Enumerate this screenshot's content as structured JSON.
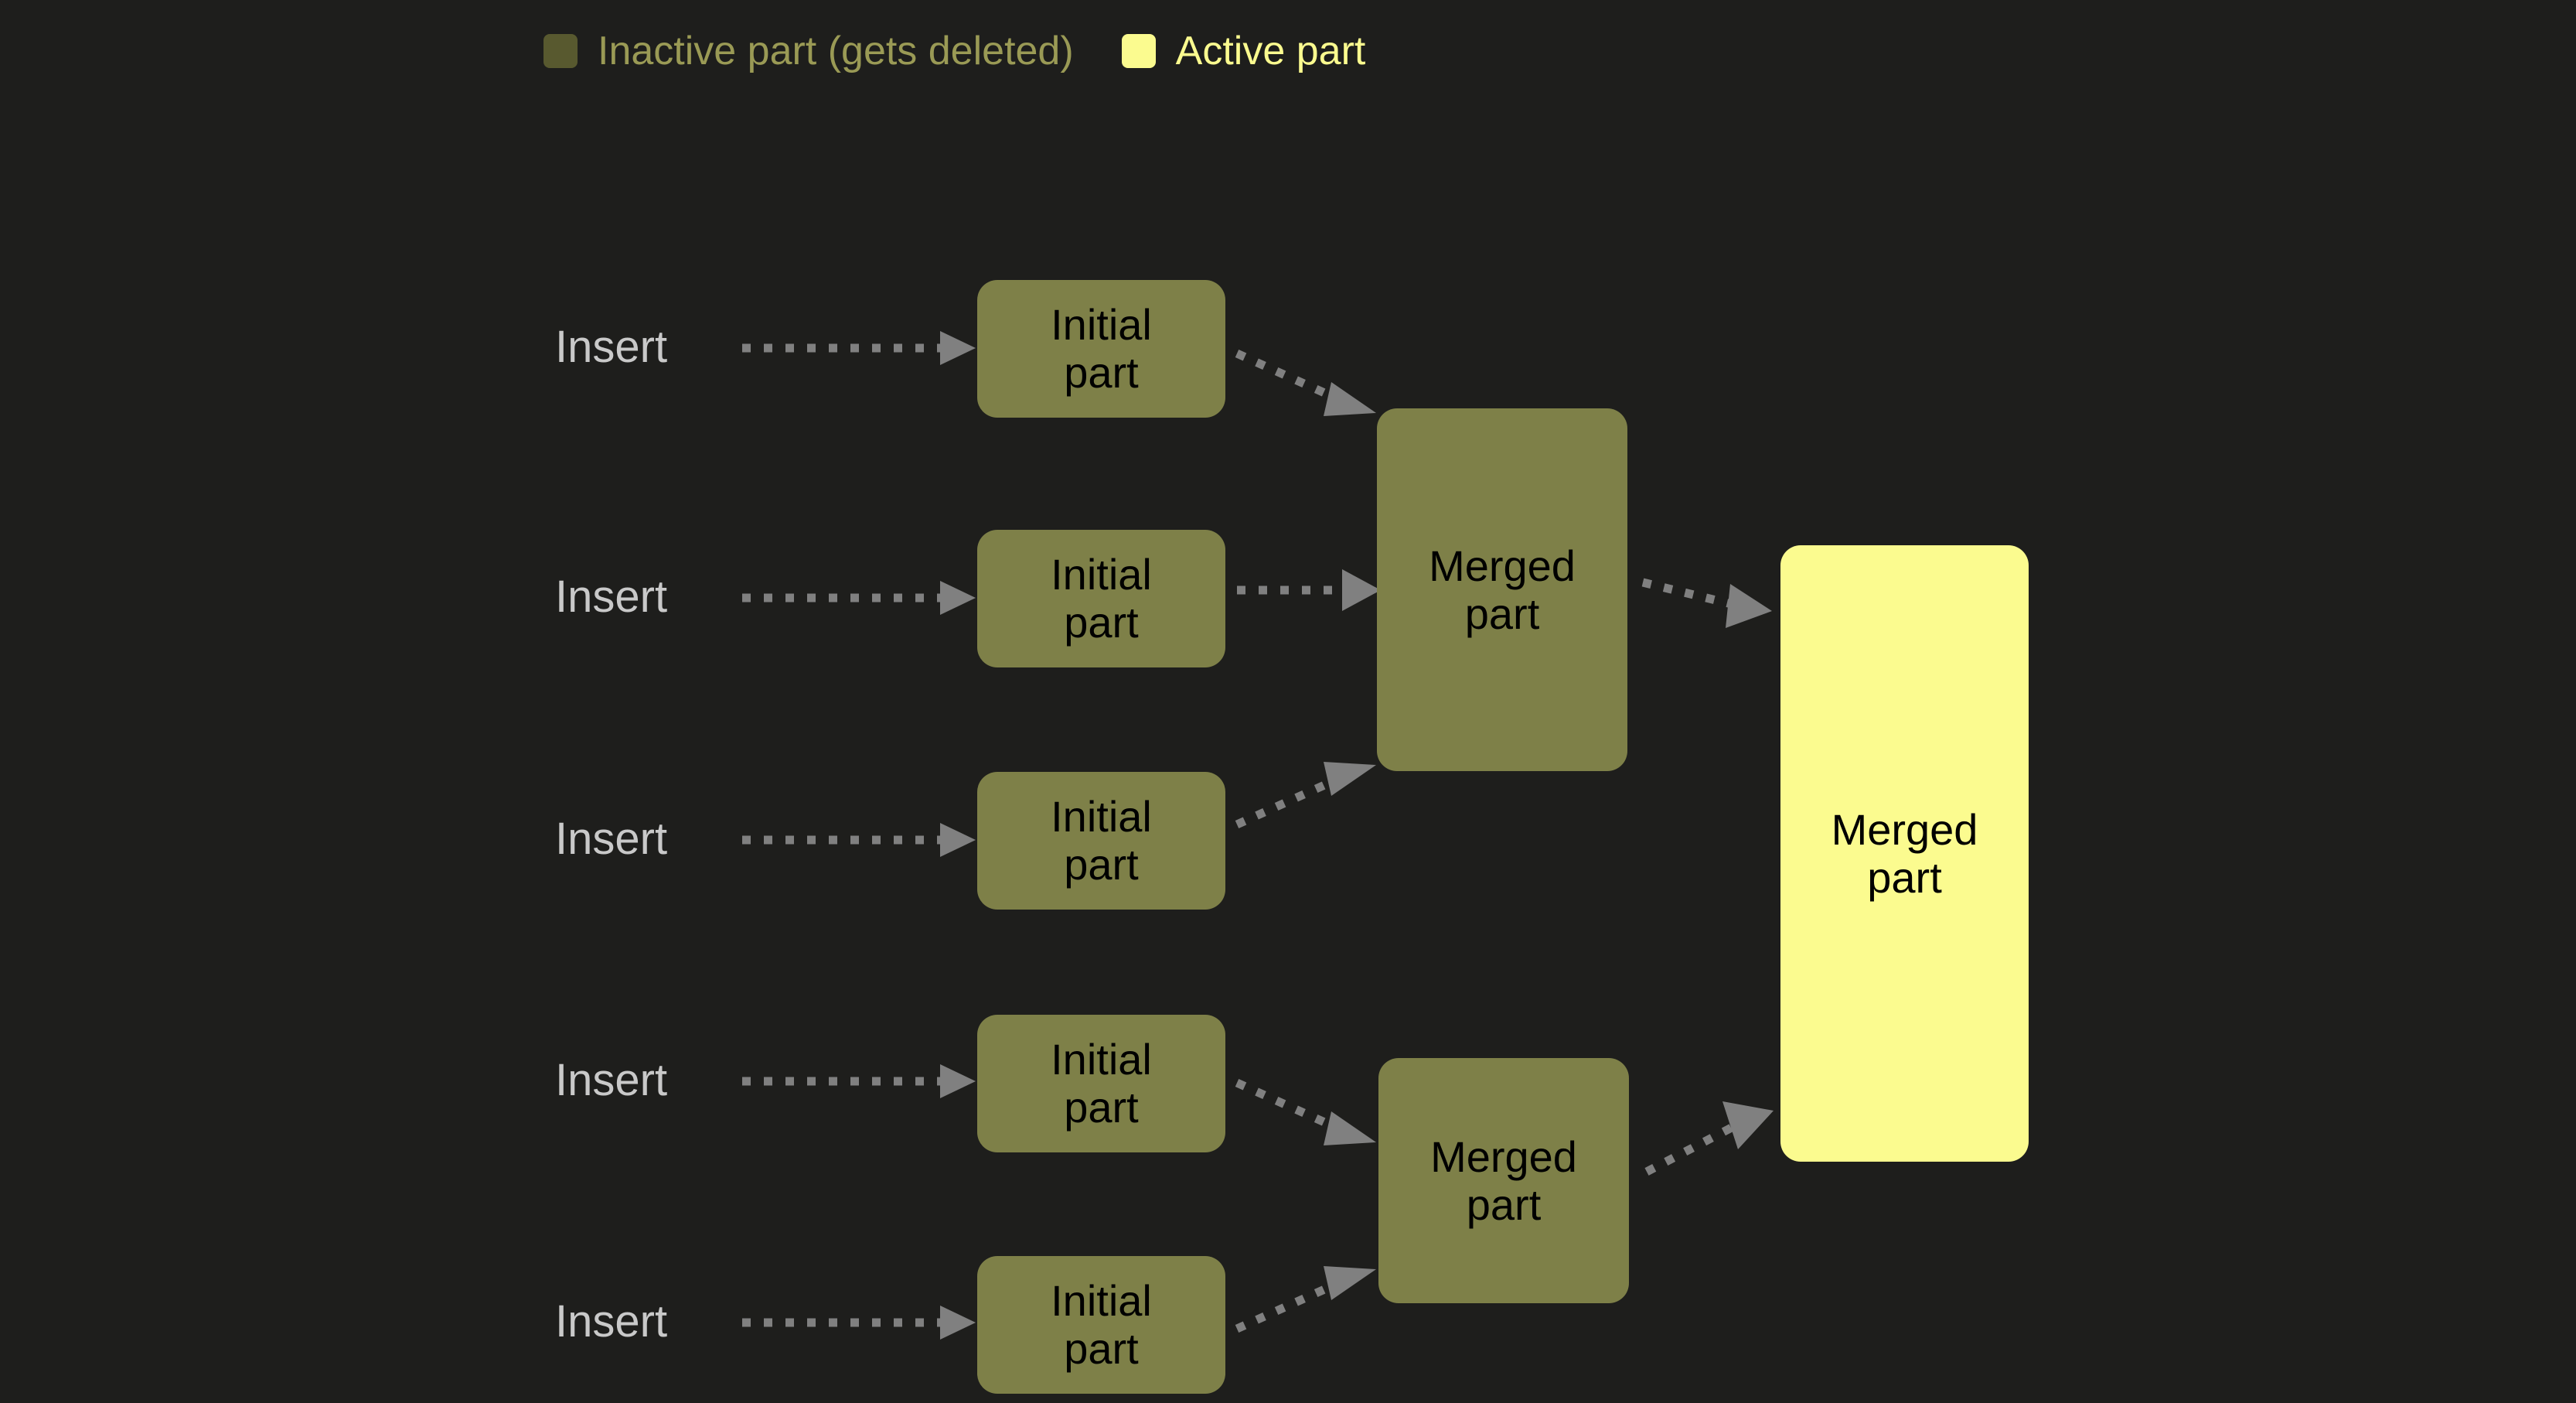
{
  "background_color": "#1e1e1c",
  "legend": {
    "items": [
      {
        "icon": "square-swatch-icon",
        "label": "Inactive part (gets deleted)",
        "color": "#58592f",
        "text_color": "#9a9a55"
      },
      {
        "icon": "square-swatch-icon",
        "label": "Active part",
        "color": "#fbfb8f",
        "text_color": "#fbfb8f"
      }
    ]
  },
  "diagram": {
    "inactive_fill": "#7e8048",
    "active_fill": "#fbfb8f",
    "arrow_color": "#808080",
    "insert_label_color": "#c9c9c9",
    "inserts": [
      {
        "label": "Insert"
      },
      {
        "label": "Insert"
      },
      {
        "label": "Insert"
      },
      {
        "label": "Insert"
      },
      {
        "label": "Insert"
      }
    ],
    "initial_parts": [
      {
        "line1": "Initial",
        "line2": "part",
        "state": "inactive"
      },
      {
        "line1": "Initial",
        "line2": "part",
        "state": "inactive"
      },
      {
        "line1": "Initial",
        "line2": "part",
        "state": "inactive"
      },
      {
        "line1": "Initial",
        "line2": "part",
        "state": "inactive"
      },
      {
        "line1": "Initial",
        "line2": "part",
        "state": "inactive"
      }
    ],
    "merged_parts": [
      {
        "line1": "Merged",
        "line2": "part",
        "state": "inactive"
      },
      {
        "line1": "Merged",
        "line2": "part",
        "state": "inactive"
      }
    ],
    "final_part": {
      "line1": "Merged",
      "line2": "part",
      "state": "active"
    }
  }
}
